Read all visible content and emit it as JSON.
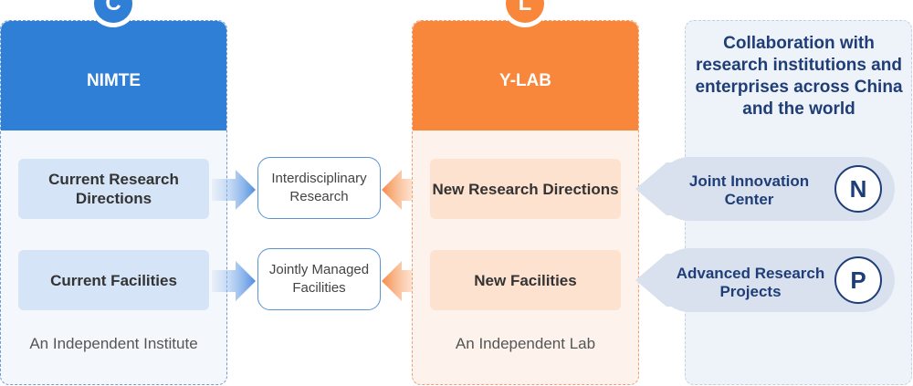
{
  "left": {
    "badge": "C",
    "title": "NIMTE",
    "box1": "Current Research Directions",
    "box2": "Current Facilities",
    "caption": "An Independent Institute",
    "color": "#2f7fd6"
  },
  "middle": {
    "box1": "Interdisciplinary Research",
    "box2": "Jointly Managed Facilities"
  },
  "center": {
    "badge": "L",
    "title": "Y-LAB",
    "box1": "New Research Directions",
    "box2": "New Facilities",
    "caption": "An Independent Lab",
    "color": "#f8873c"
  },
  "right": {
    "title": "Collaboration with research institutions and enterprises across China and the world",
    "items": [
      {
        "label": "Joint Innovation Center",
        "letter": "N"
      },
      {
        "label": "Advanced Research Projects",
        "letter": "P"
      }
    ]
  }
}
